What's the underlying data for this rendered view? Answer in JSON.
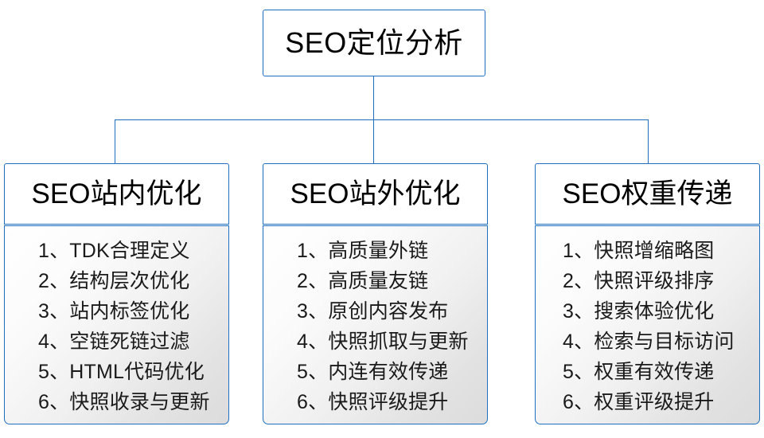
{
  "diagram": {
    "root": {
      "label": "SEO定位分析"
    },
    "accent_color": "#1f6fc0",
    "columns": [
      {
        "header": "SEO站内优化",
        "items": [
          "1、TDK合理定义",
          "2、结构层次优化",
          "3、站内标签优化",
          "4、空链死链过滤",
          "5、HTML代码优化",
          "6、快照收录与更新"
        ]
      },
      {
        "header": "SEO站外优化",
        "items": [
          "1、高质量外链",
          "2、高质量友链",
          "3、原创内容发布",
          "4、快照抓取与更新",
          "5、内连有效传递",
          "6、快照评级提升"
        ]
      },
      {
        "header": "SEO权重传递",
        "items": [
          "1、快照增缩略图",
          "2、快照评级排序",
          "3、搜索体验优化",
          "4、检索与目标访问",
          "5、权重有效传递",
          "6、权重评级提升"
        ]
      }
    ]
  }
}
